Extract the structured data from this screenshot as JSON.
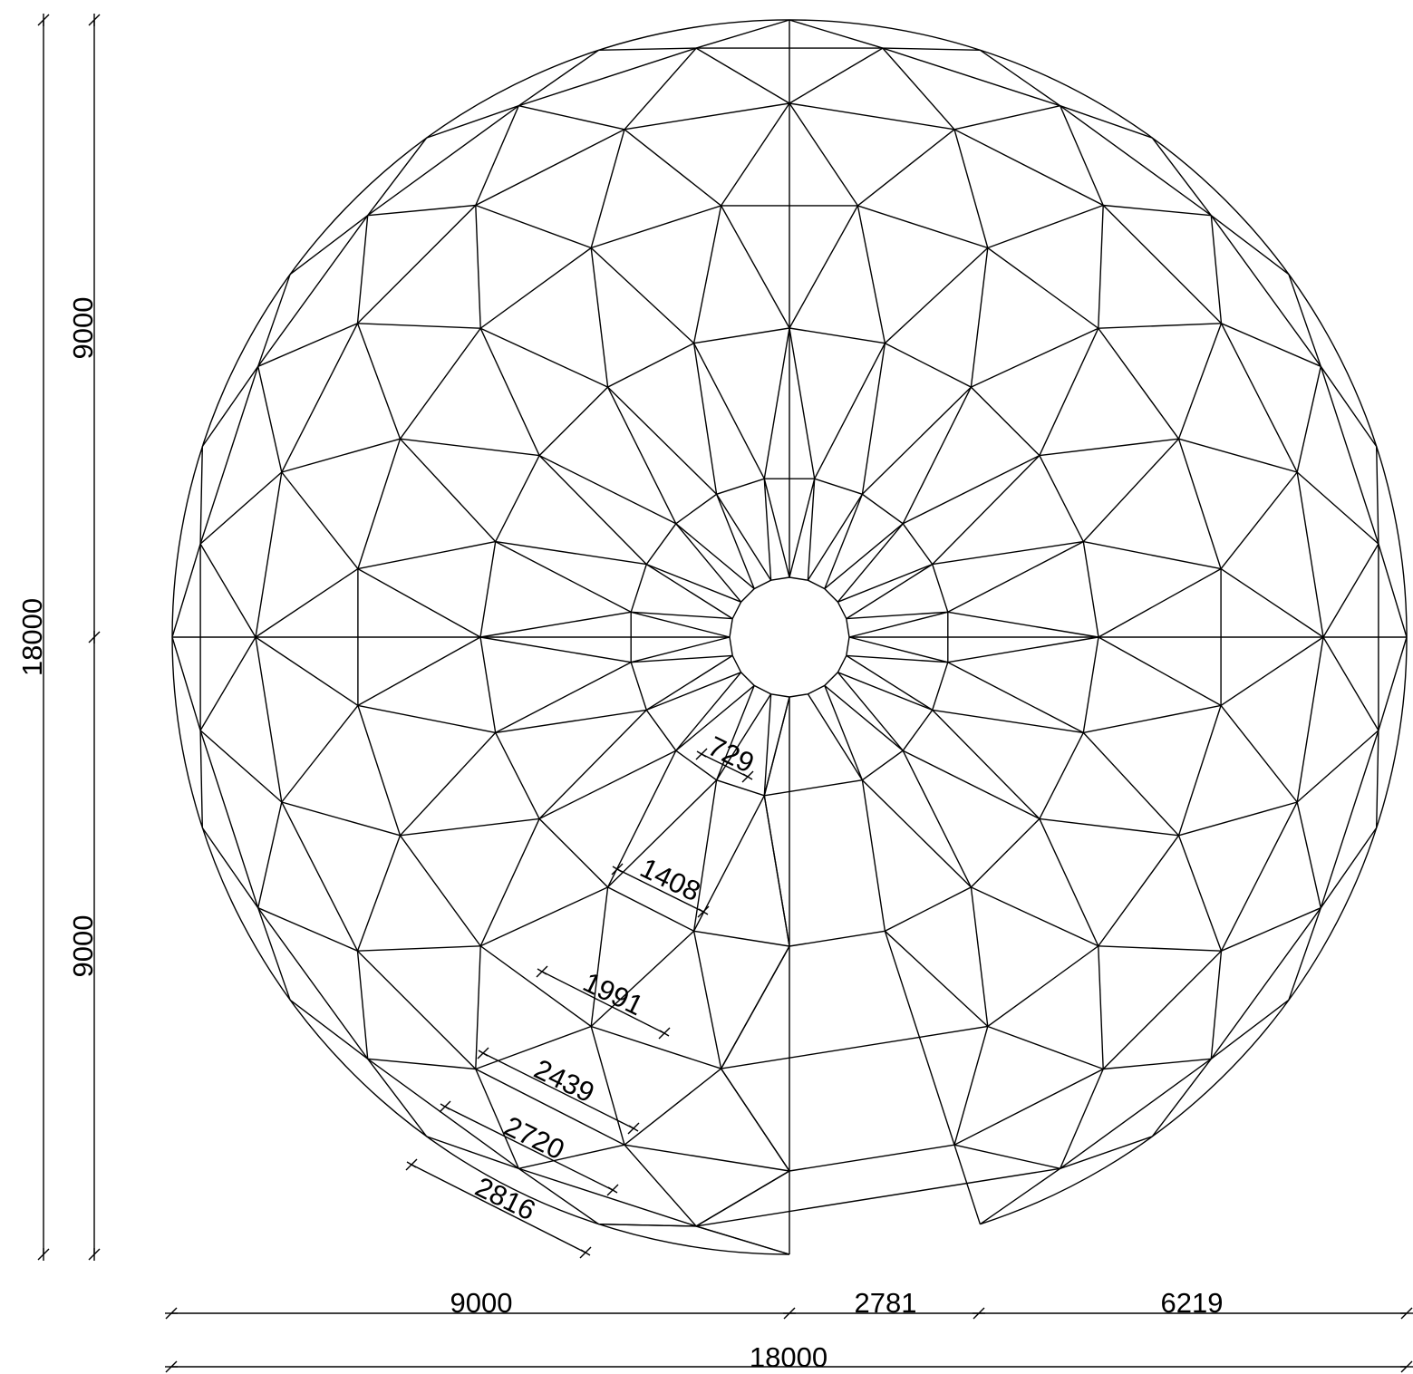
{
  "drawing": {
    "overall_width_label": "18000",
    "overall_height_label": "18000",
    "bottom_segments": {
      "left": "9000",
      "middle": "2781",
      "right": "6219"
    },
    "left_segments": {
      "upper": "9000",
      "lower": "9000"
    },
    "radial_dims": [
      "729",
      "1408",
      "1991",
      "2439",
      "2720",
      "2816"
    ],
    "colors": {
      "background": "#ffffff",
      "line": "#000000"
    }
  }
}
